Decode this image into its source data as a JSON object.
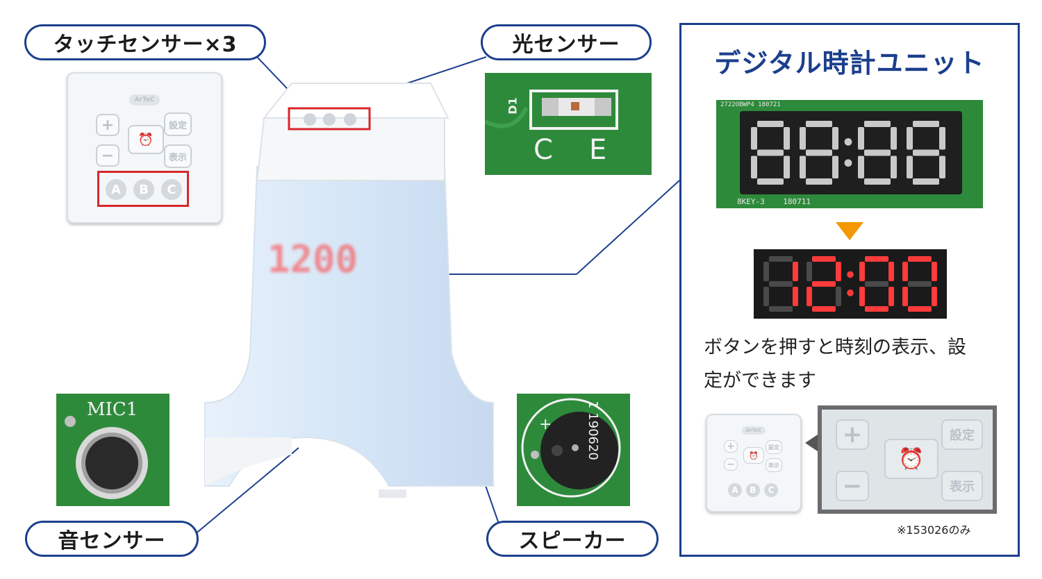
{
  "labels": {
    "touch_sensor": "タッチセンサー×3",
    "light_sensor": "光センサー",
    "sound_sensor": "音センサー",
    "speaker": "スピーカー"
  },
  "unit": {
    "title": "デジタル時計ユニット",
    "pcb_top_print": "2722OBWP4 180721",
    "pcb_bottom_print": "8KEY-3    180711",
    "display_digits": [
      "1",
      "2",
      "0",
      "0"
    ],
    "caption_line1": "ボタンを押すと時刻の表示、設",
    "caption_line2": "定ができます",
    "note": "※153026のみ"
  },
  "panel": {
    "plus": "+",
    "minus": "−",
    "settings": "設定",
    "display": "表示",
    "a": "A",
    "b": "B",
    "c": "C",
    "logo": "ArTeC"
  },
  "pcb_labels": {
    "c": "C",
    "e": "E",
    "d1": "D1",
    "mic": "MIC1",
    "speaker_print": "1 190620",
    "plus": "+"
  },
  "lamp": {
    "display_text": "1200"
  },
  "colors": {
    "navy": "#1b3f8c",
    "pcb_green": "#2e8a3b",
    "led_red": "#ff3b3b",
    "highlight_red": "#d8262b",
    "arrow_orange": "#f39800"
  }
}
